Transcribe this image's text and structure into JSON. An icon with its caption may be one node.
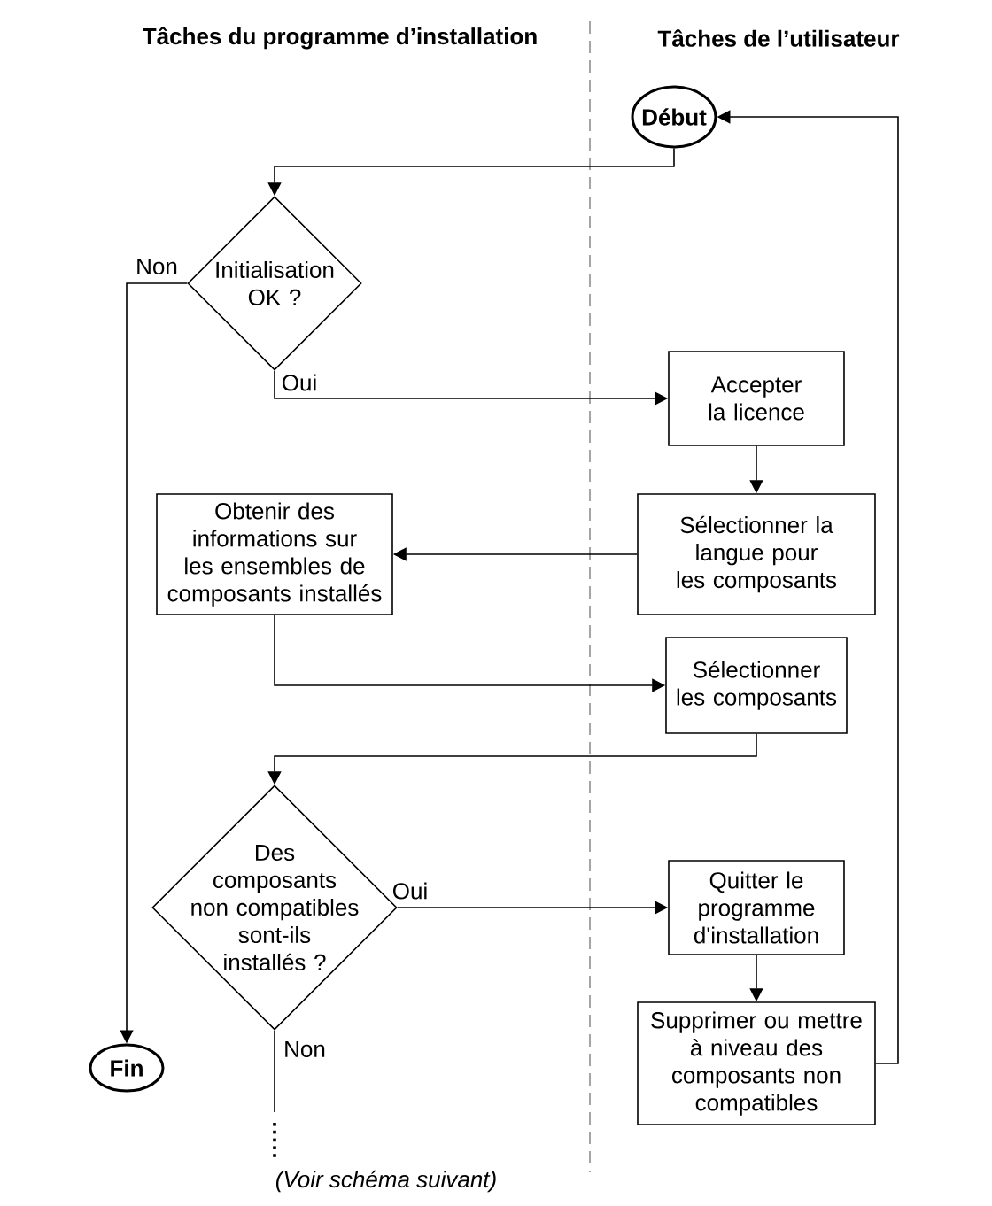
{
  "diagram": {
    "nodes": [
      {
        "text": [
          "Début"
        ]
      },
      {
        "text": [
          "Initialisation OK ?"
        ]
      },
      {
        "text": [
          "Accepter la licence"
        ]
      },
      {
        "text": [
          "Sélectionner la langue pour les composants"
        ]
      },
      {
        "text": [
          "Obtenir des informations sur les ensembles de composants installés"
        ]
      },
      {
        "text": [
          "Sélectionner les composants"
        ]
      },
      {
        "text": [
          "Des composants non compatibles sont-ils installés ?"
        ]
      },
      {
        "text": [
          "Quitter le programme d'installation"
        ]
      },
      {
        "text": [
          "Supprimer ou mettre à niveau des composants non compatibles"
        ]
      },
      {
        "text": [
          "Fin"
        ]
      }
    ],
    "edges": [
      {
        "from": 0,
        "to": 1,
        "arrow": "to"
      },
      {
        "from": 1,
        "to": 2,
        "arrow": "to",
        "label": "Oui"
      },
      {
        "from": 1,
        "to": 9,
        "arrow": "to",
        "label": "Non"
      },
      {
        "from": 2,
        "to": 3,
        "arrow": "to"
      },
      {
        "from": 3,
        "to": 4,
        "arrow": "to"
      },
      {
        "from": 4,
        "to": 5,
        "arrow": "to"
      },
      {
        "from": 5,
        "to": 6,
        "arrow": "to"
      },
      {
        "from": 6,
        "to": 7,
        "arrow": "to",
        "label": "Oui"
      },
      {
        "from": 7,
        "to": 8,
        "arrow": "to"
      },
      {
        "from": 8,
        "to": 0,
        "arrow": "to"
      },
      {
        "from": 6,
        "to": null,
        "arrow": "none",
        "label": "Non"
      }
    ],
    "labels": [
      "Tâches du programme d’installation",
      "Tâches de l’utilisateur",
      "(Voir schéma suivant)"
    ]
  }
}
